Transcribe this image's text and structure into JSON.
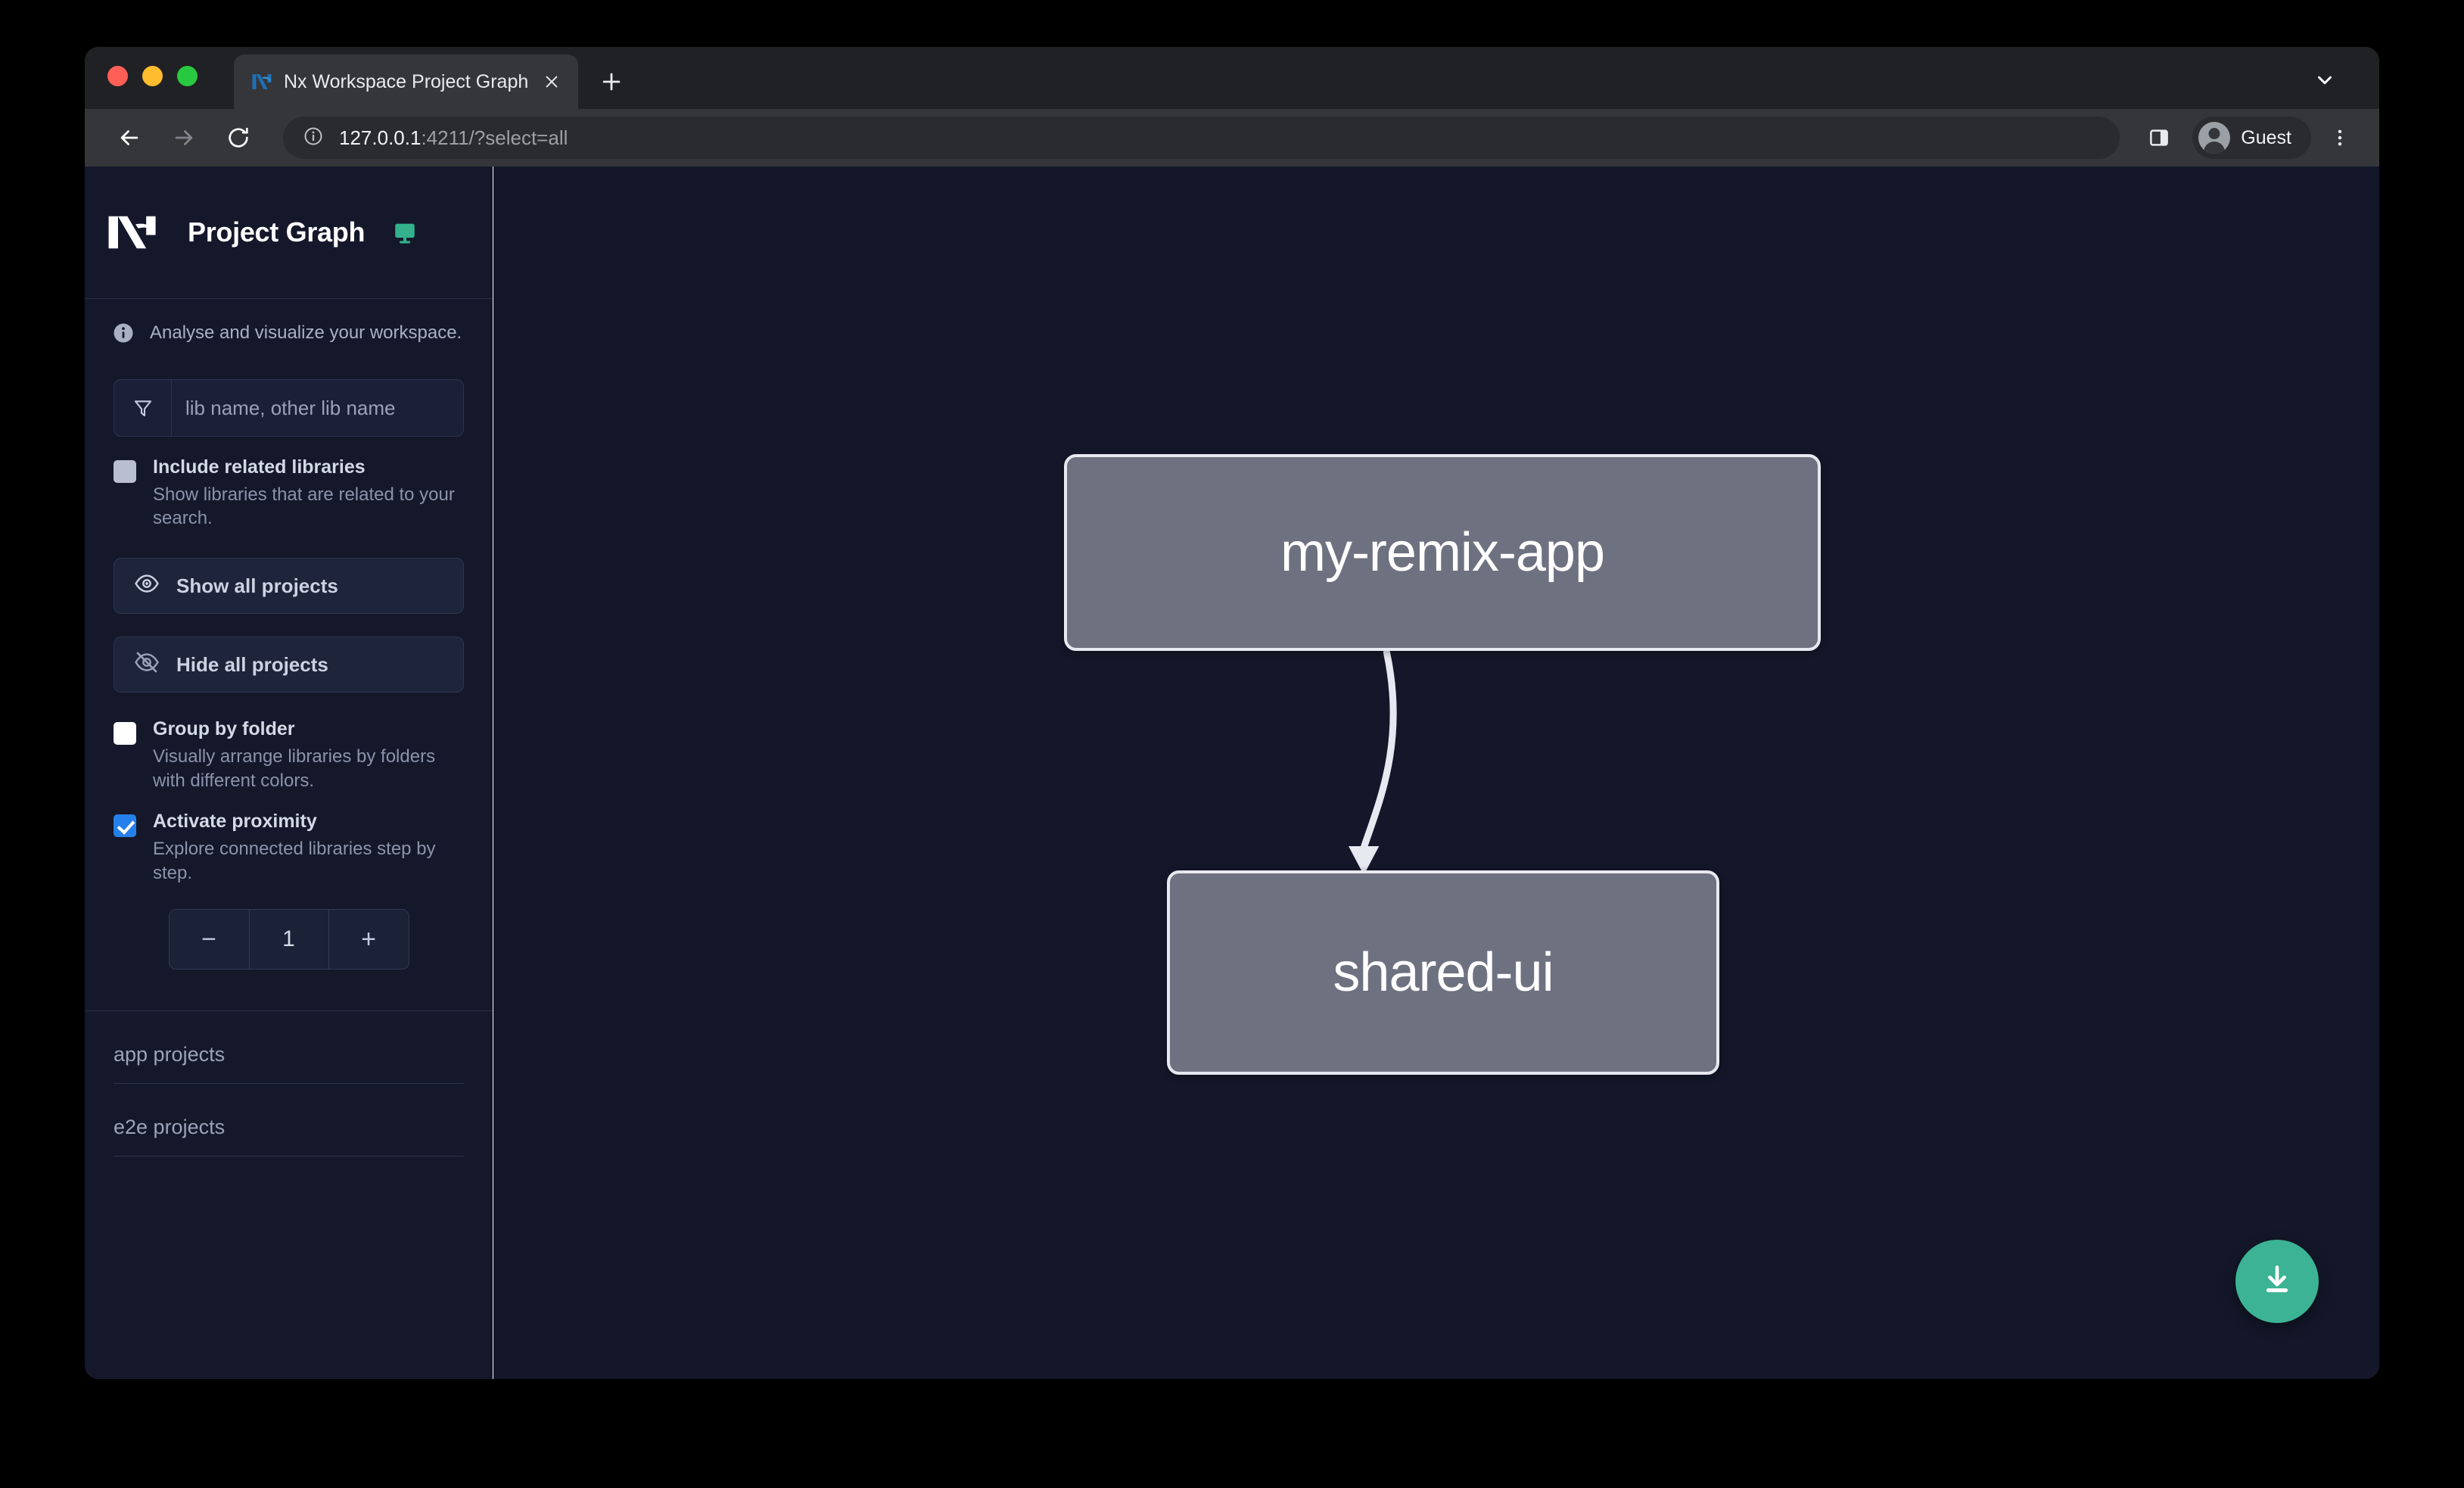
{
  "browser": {
    "tab": {
      "title": "Nx Workspace Project Graph",
      "favicon_icon": "nx-logo-icon",
      "close_icon": "close-icon"
    },
    "new_tab_icon": "plus-icon",
    "tabstrip_chevron_icon": "chevron-down-icon",
    "toolbar": {
      "back_icon": "back-arrow-icon",
      "forward_icon": "forward-arrow-icon",
      "reload_icon": "reload-icon",
      "site_info_icon": "info-circle-icon",
      "url_host": "127.0.0.1",
      "url_rest": ":4211/?select=all",
      "side_panel_icon": "side-panel-icon",
      "profile_name": "Guest",
      "profile_avatar_icon": "user-avatar-icon",
      "menu_icon": "three-dot-menu-icon"
    }
  },
  "sidebar": {
    "logo_icon": "nx-logo-icon",
    "title": "Project Graph",
    "monitor_icon": "monitor-icon",
    "tagline_icon": "info-icon",
    "tagline": "Analyse and visualize your workspace.",
    "filter": {
      "icon": "filter-funnel-icon",
      "placeholder": "lib name, other lib name",
      "value": ""
    },
    "options": [
      {
        "id": "include-related-libraries",
        "label": "Include related libraries",
        "description": "Show libraries that are related to your search.",
        "checked": false,
        "checkbox_style": "gray"
      },
      {
        "id": "group-by-folder",
        "label": "Group by folder",
        "description": "Visually arrange libraries by folders with different colors.",
        "checked": false,
        "checkbox_style": "white"
      },
      {
        "id": "activate-proximity",
        "label": "Activate proximity",
        "description": "Explore connected libraries step by step.",
        "checked": true,
        "checkbox_style": "blue"
      }
    ],
    "buttons": [
      {
        "id": "show-all-projects",
        "label": "Show all projects",
        "icon": "eye-icon"
      },
      {
        "id": "hide-all-projects",
        "label": "Hide all projects",
        "icon": "eye-slash-icon"
      }
    ],
    "proximity_stepper": {
      "decrement_label": "−",
      "value": "1",
      "increment_label": "+"
    },
    "project_sections": [
      {
        "id": "app-projects",
        "label": "app projects"
      },
      {
        "id": "e2e-projects",
        "label": "e2e projects"
      }
    ]
  },
  "graph": {
    "nodes": [
      {
        "id": "my-remix-app",
        "label": "my-remix-app"
      },
      {
        "id": "shared-ui",
        "label": "shared-ui"
      }
    ],
    "edges": [
      {
        "from": "my-remix-app",
        "to": "shared-ui",
        "directed": true
      }
    ],
    "download_button_icon": "download-icon"
  },
  "colors": {
    "page_background": "#131729",
    "sidebar_background": "#15182b",
    "node_fill": "#6e7180",
    "node_border": "#e7e9f0",
    "accent_green": "#3bb394",
    "checkbox_checked": "#2680eb"
  }
}
